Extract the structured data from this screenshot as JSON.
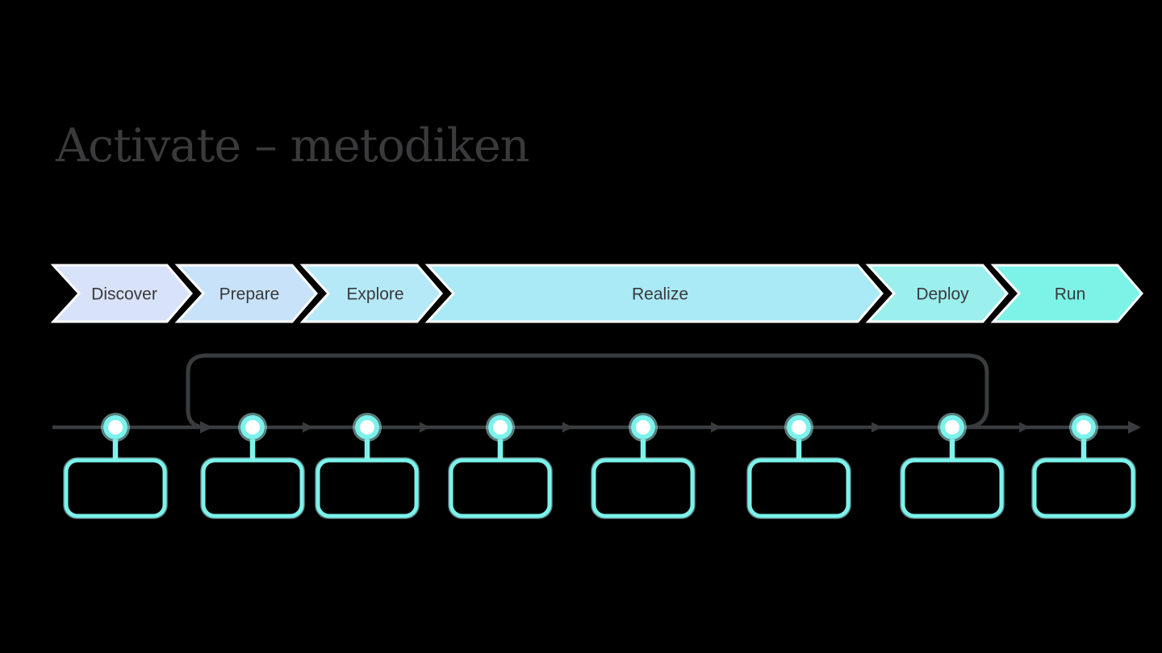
{
  "slide": {
    "title": "Activate – metodiken",
    "background_color": "#000000",
    "title_color": "#3a3a3c"
  },
  "process": {
    "phases": [
      {
        "label": "Discover",
        "color": "#d8e2f8"
      },
      {
        "label": "Prepare",
        "color": "#c8e3f9"
      },
      {
        "label": "Explore",
        "color": "#b6e9f8"
      },
      {
        "label": "Realize",
        "color": "#aae9f6"
      },
      {
        "label": "Deploy",
        "color": "#9bf0ee"
      },
      {
        "label": "Run",
        "color": "#7df3e7"
      }
    ],
    "label_color": "#39393b",
    "outline_color": "#ffffff"
  },
  "timeline": {
    "milestones": 8,
    "accent_color": "#7bf3ec",
    "line_color": "#393c3e",
    "feedback_loop": {
      "present": true,
      "from_milestone": 7,
      "to_milestone": 2
    }
  }
}
